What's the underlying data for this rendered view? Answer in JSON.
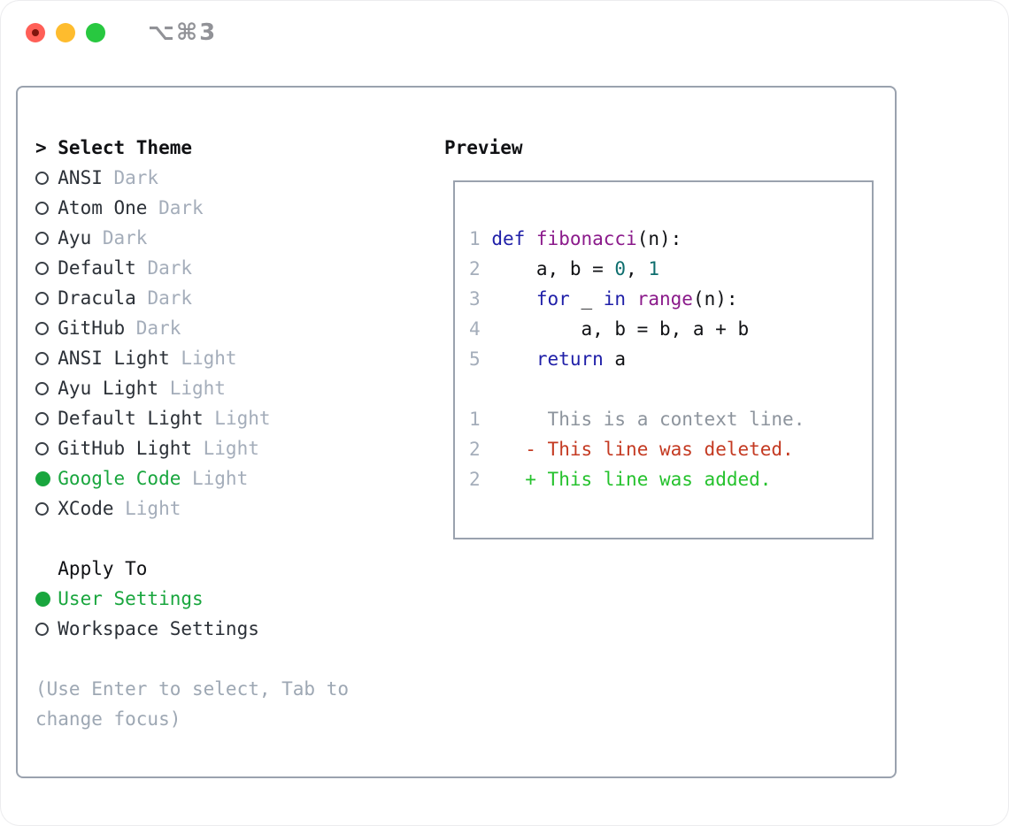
{
  "window": {
    "title_shortcut": "⌥⌘3"
  },
  "theme_picker": {
    "header_marker": ">",
    "header": "Select Theme",
    "themes": [
      {
        "name": "ANSI",
        "variant": "Dark",
        "selected": false
      },
      {
        "name": "Atom One",
        "variant": "Dark",
        "selected": false
      },
      {
        "name": "Ayu",
        "variant": "Dark",
        "selected": false
      },
      {
        "name": "Default",
        "variant": "Dark",
        "selected": false
      },
      {
        "name": "Dracula",
        "variant": "Dark",
        "selected": false
      },
      {
        "name": "GitHub",
        "variant": "Dark",
        "selected": false
      },
      {
        "name": "ANSI Light",
        "variant": "Light",
        "selected": false
      },
      {
        "name": "Ayu Light",
        "variant": "Light",
        "selected": false
      },
      {
        "name": "Default Light",
        "variant": "Light",
        "selected": false
      },
      {
        "name": "GitHub Light",
        "variant": "Light",
        "selected": false
      },
      {
        "name": "Google Code",
        "variant": "Light",
        "selected": true
      },
      {
        "name": "XCode",
        "variant": "Light",
        "selected": false
      }
    ],
    "apply_to": {
      "label": "Apply To",
      "options": [
        {
          "name": "User Settings",
          "selected": true
        },
        {
          "name": "Workspace Settings",
          "selected": false
        }
      ]
    },
    "hint_line1": "(Use Enter to select, Tab to",
    "hint_line2": "change focus)"
  },
  "preview": {
    "title": "Preview",
    "code_lines": [
      {
        "num": "1",
        "segments": [
          {
            "text": "def",
            "style": "kw"
          },
          {
            "text": " ",
            "style": "pl"
          },
          {
            "text": "fibonacci",
            "style": "fn"
          },
          {
            "text": "(n):",
            "style": "pl"
          }
        ]
      },
      {
        "num": "2",
        "segments": [
          {
            "text": "    a, b = ",
            "style": "pl"
          },
          {
            "text": "0",
            "style": "lit"
          },
          {
            "text": ", ",
            "style": "pl"
          },
          {
            "text": "1",
            "style": "lit"
          }
        ]
      },
      {
        "num": "3",
        "segments": [
          {
            "text": "    ",
            "style": "pl"
          },
          {
            "text": "for",
            "style": "kw"
          },
          {
            "text": " _ ",
            "style": "pl"
          },
          {
            "text": "in",
            "style": "kw"
          },
          {
            "text": " ",
            "style": "pl"
          },
          {
            "text": "range",
            "style": "fn"
          },
          {
            "text": "(n):",
            "style": "pl"
          }
        ]
      },
      {
        "num": "4",
        "segments": [
          {
            "text": "        a, b = b, a + b",
            "style": "pl"
          }
        ]
      },
      {
        "num": "5",
        "segments": [
          {
            "text": "    ",
            "style": "pl"
          },
          {
            "text": "return",
            "style": "kw"
          },
          {
            "text": " a",
            "style": "pl"
          }
        ]
      }
    ],
    "diff_lines": [
      {
        "num": "1",
        "marker": " ",
        "text": "This is a context line.",
        "kind": "context"
      },
      {
        "num": "2",
        "marker": "-",
        "text": "This line was deleted.",
        "kind": "deleted"
      },
      {
        "num": "2",
        "marker": "+",
        "text": "This line was added.",
        "kind": "added"
      }
    ]
  },
  "colors": {
    "selection_green": "#19a63e",
    "added_green": "#25c22d",
    "deleted_red": "#c43a22",
    "keyword_blue": "#1f1fa8",
    "function_purple": "#8b1a8b",
    "literal_teal": "#0e6e6e",
    "muted_gray": "#a4adba",
    "context_gray": "#8d949d",
    "panel_border_gray": "#9aa2ae",
    "traffic_red": "#ff5f57",
    "traffic_yellow": "#febc2e",
    "traffic_green": "#28c840"
  }
}
